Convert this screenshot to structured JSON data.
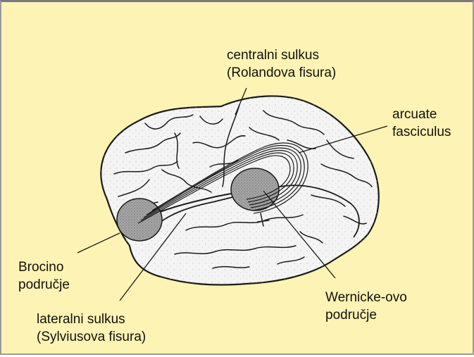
{
  "colors": {
    "background": "#fdf3b4",
    "brain_fill": "#f4f4f4",
    "outline": "#1a1a1a",
    "area_fill": "#9a9a9a"
  },
  "labels": {
    "central_sulcus": [
      "centralni sulkus",
      "(Rolandova fisura)"
    ],
    "arcuate_fasciculus": [
      "arcuate",
      "fasciculus"
    ],
    "broca_area": [
      "Brocino",
      "područje"
    ],
    "lateral_sulcus": [
      "lateralni sulkus",
      "(Sylviusova fisura)"
    ],
    "wernicke_area": [
      "Wernicke-ovo",
      "područje"
    ]
  }
}
